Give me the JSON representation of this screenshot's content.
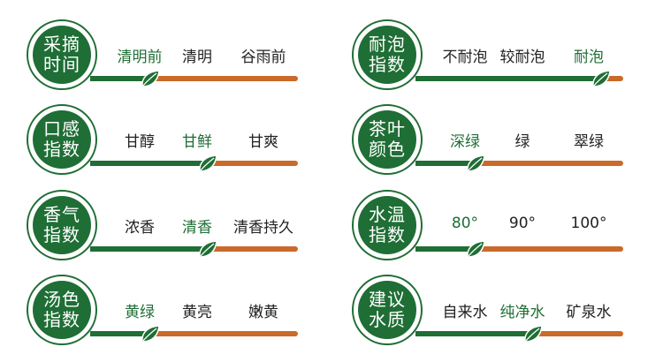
{
  "colors": {
    "green": "#1f6e35",
    "orange": "#c96a2a",
    "text": "#222222"
  },
  "scales": [
    {
      "title_line1": "采摘",
      "title_line2": "时间",
      "options": [
        "清明前",
        "清明",
        "谷雨前"
      ],
      "selected_index": 0
    },
    {
      "title_line1": "耐泡",
      "title_line2": "指数",
      "options": [
        "不耐泡",
        "较耐泡",
        "耐泡"
      ],
      "selected_index": 2
    },
    {
      "title_line1": "口感",
      "title_line2": "指数",
      "options": [
        "甘醇",
        "甘鲜",
        "甘爽"
      ],
      "selected_index": 1
    },
    {
      "title_line1": "茶叶",
      "title_line2": "颜色",
      "options": [
        "深绿",
        "绿",
        "翠绿"
      ],
      "selected_index": 0
    },
    {
      "title_line1": "香气",
      "title_line2": "指数",
      "options": [
        "浓香",
        "清香",
        "清香持久"
      ],
      "selected_index": 1
    },
    {
      "title_line1": "水温",
      "title_line2": "指数",
      "options": [
        "80°",
        "90°",
        "100°"
      ],
      "selected_index": 0
    },
    {
      "title_line1": "汤色",
      "title_line2": "指数",
      "options": [
        "黄绿",
        "黄亮",
        "嫩黄"
      ],
      "selected_index": 0
    },
    {
      "title_line1": "建议",
      "title_line2": "水质",
      "options": [
        "自来水",
        "纯净水",
        "矿泉水"
      ],
      "selected_index": 1
    }
  ]
}
